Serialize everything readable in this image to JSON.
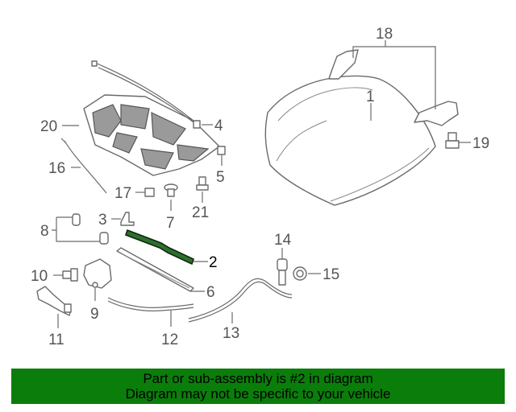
{
  "callouts": {
    "c1": "1",
    "c2": "2",
    "c3": "3",
    "c4": "4",
    "c5": "5",
    "c6": "6",
    "c7": "7",
    "c8": "8",
    "c9": "9",
    "c10": "10",
    "c11": "11",
    "c12": "12",
    "c13": "13",
    "c14": "14",
    "c15": "15",
    "c16": "16",
    "c17": "17",
    "c18": "18",
    "c19": "19",
    "c20": "20",
    "c21": "21"
  },
  "highlighted_part": "2",
  "footer": {
    "line1": "Part or sub-assembly is #2 in diagram",
    "line2": "Diagram may not be specific to your vehicle"
  },
  "colors": {
    "footer_bg": "#0b7d0b",
    "callout_text": "#555555",
    "highlight": "#2f6e2f"
  }
}
